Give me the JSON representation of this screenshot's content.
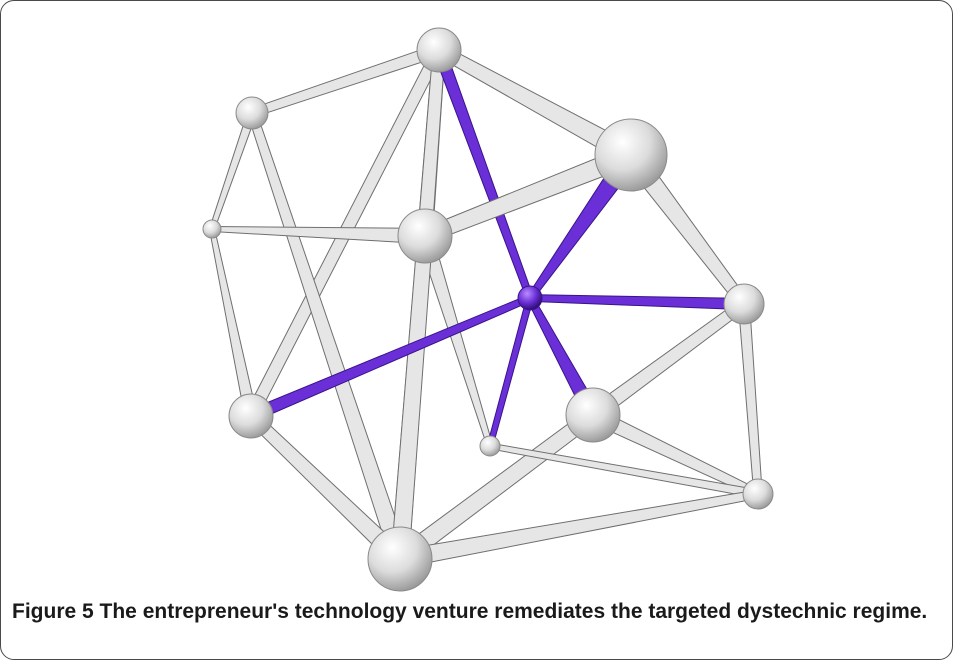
{
  "figure": {
    "caption_label": "Figure 5",
    "caption_text": " The entrepreneur's technology venture remediates the targeted dystechnic regime."
  },
  "colors": {
    "node_fill": "#d9d9d9",
    "node_stroke": "#8a8a8a",
    "edge_fill": "#e6e6e6",
    "edge_stroke": "#6f6f6f",
    "highlight": "#6a2fd6",
    "highlight_stroke": "#3a148a"
  },
  "nodes": [
    {
      "id": "n-top",
      "highlight": false
    },
    {
      "id": "n-upper-left",
      "highlight": false
    },
    {
      "id": "n-large-right",
      "highlight": false
    },
    {
      "id": "n-left-small",
      "highlight": false
    },
    {
      "id": "n-center",
      "highlight": false
    },
    {
      "id": "n-hub",
      "highlight": true
    },
    {
      "id": "n-right",
      "highlight": false
    },
    {
      "id": "n-lower-left",
      "highlight": false
    },
    {
      "id": "n-lower-mid",
      "highlight": false
    },
    {
      "id": "n-small-mid",
      "highlight": false
    },
    {
      "id": "n-lower-right",
      "highlight": false
    },
    {
      "id": "n-bottom",
      "highlight": false
    }
  ],
  "edges": [
    {
      "from": "n-top",
      "to": "n-upper-left",
      "highlight": false
    },
    {
      "from": "n-top",
      "to": "n-large-right",
      "highlight": false
    },
    {
      "from": "n-top",
      "to": "n-center",
      "highlight": false
    },
    {
      "from": "n-top",
      "to": "n-lower-left",
      "highlight": false
    },
    {
      "from": "n-top",
      "to": "n-bottom",
      "highlight": false
    },
    {
      "from": "n-top",
      "to": "n-hub",
      "highlight": true
    },
    {
      "from": "n-upper-left",
      "to": "n-left-small",
      "highlight": false
    },
    {
      "from": "n-upper-left",
      "to": "n-bottom",
      "highlight": false
    },
    {
      "from": "n-left-small",
      "to": "n-center",
      "highlight": false
    },
    {
      "from": "n-left-small",
      "to": "n-lower-left",
      "highlight": false
    },
    {
      "from": "n-center",
      "to": "n-large-right",
      "highlight": false
    },
    {
      "from": "n-center",
      "to": "n-small-mid",
      "highlight": false
    },
    {
      "from": "n-center",
      "to": "n-bottom",
      "highlight": false
    },
    {
      "from": "n-large-right",
      "to": "n-right",
      "highlight": false
    },
    {
      "from": "n-large-right",
      "to": "n-hub",
      "highlight": true
    },
    {
      "from": "n-hub",
      "to": "n-right",
      "highlight": true
    },
    {
      "from": "n-hub",
      "to": "n-lower-mid",
      "highlight": true
    },
    {
      "from": "n-hub",
      "to": "n-small-mid",
      "highlight": true
    },
    {
      "from": "n-hub",
      "to": "n-lower-left",
      "highlight": true
    },
    {
      "from": "n-right",
      "to": "n-lower-mid",
      "highlight": false
    },
    {
      "from": "n-right",
      "to": "n-lower-right",
      "highlight": false
    },
    {
      "from": "n-lower-mid",
      "to": "n-lower-right",
      "highlight": false
    },
    {
      "from": "n-lower-mid",
      "to": "n-bottom",
      "highlight": false
    },
    {
      "from": "n-small-mid",
      "to": "n-lower-right",
      "highlight": false
    },
    {
      "from": "n-lower-left",
      "to": "n-bottom",
      "highlight": false
    },
    {
      "from": "n-bottom",
      "to": "n-lower-right",
      "highlight": false
    }
  ]
}
